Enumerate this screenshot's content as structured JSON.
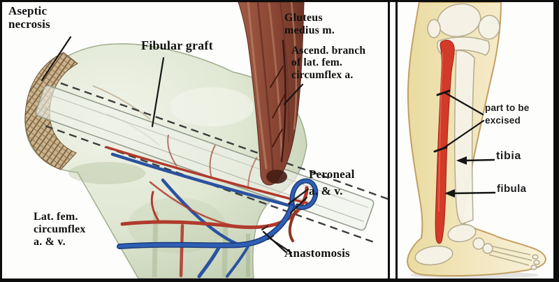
{
  "figure": {
    "title": "Free vascularized fibular graft for aseptic necrosis of the femoral head",
    "left_panel": {
      "description": "Proximal femur with inserted fibular graft and vascular anastomoses",
      "labels": {
        "aseptic_necrosis": "Aseptic\nnecrosis",
        "fibular_graft": "Fibular graft",
        "gluteus_medius": "Gluteus\nmedius m.",
        "ascend_branch": "Ascend. branch\nof lat. fem.\ncircumflex a.",
        "peroneal": "Peroneal\na. & v.",
        "anastomosis": "Anastomosis",
        "lat_fem_circumflex": "Lat. fem.\ncircumflex\na. & v."
      }
    },
    "right_panel": {
      "description": "Donor lower leg showing fibular segment to be harvested",
      "labels": {
        "part_to_be_excised": "part to be\nexcised",
        "tibia": "tibia",
        "fibula": "fibula"
      }
    },
    "colors": {
      "frame_black": "#0d0d0d",
      "bone_fill": "#e2e8d6",
      "necrosis_brown": "#6e4e2a",
      "muscle_brown": "#8d4f3d",
      "artery_red": "#b03a2c",
      "vein_blue": "#2a52a0",
      "graft_fibula_red": "#d43a28",
      "skin_tan": "#f0e2b4"
    }
  }
}
